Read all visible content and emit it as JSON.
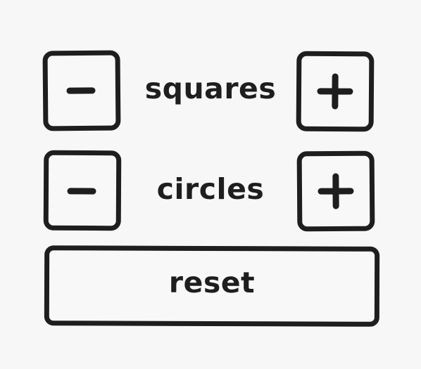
{
  "squares": {
    "label": "squares",
    "decrement_icon": "minus-icon",
    "increment_icon": "plus-icon"
  },
  "circles": {
    "label": "circles",
    "decrement_icon": "minus-icon",
    "increment_icon": "plus-icon"
  },
  "reset": {
    "label": "reset"
  },
  "colors": {
    "background": "#f6f7f6",
    "ink": "#1e1e1e"
  }
}
